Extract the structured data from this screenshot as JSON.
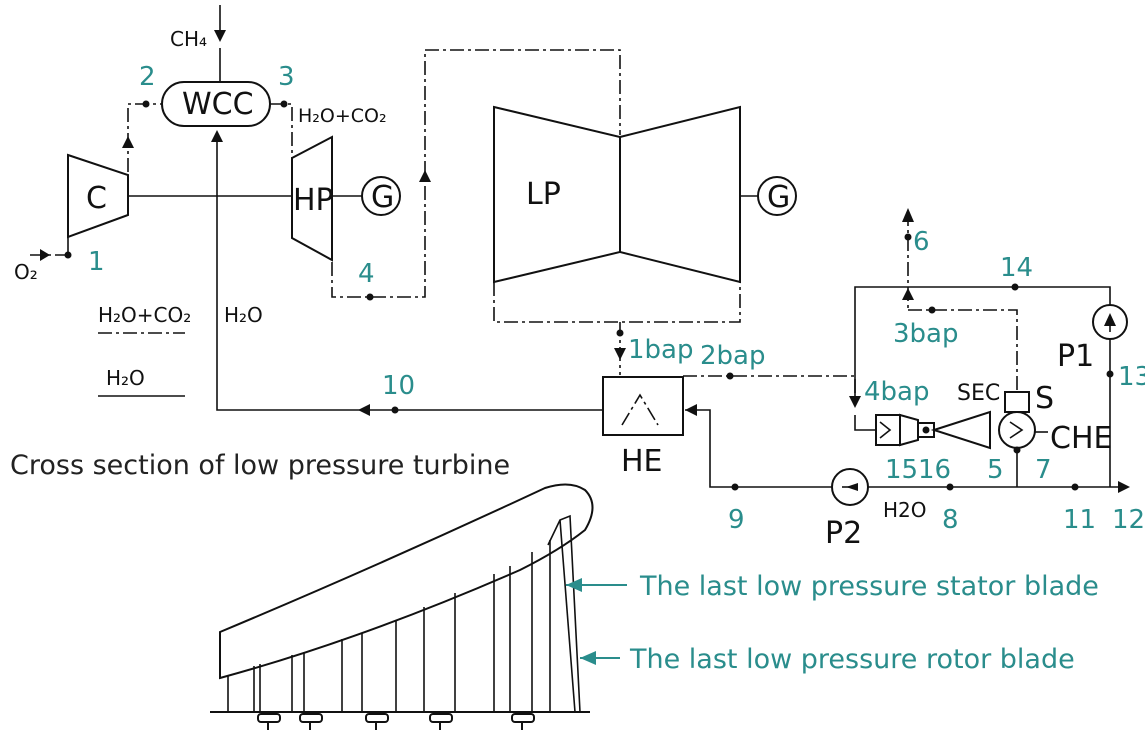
{
  "components": {
    "compressor": "C",
    "combustor": "WCC",
    "hp_turbine": "HP",
    "lp_turbine": "LP",
    "generator_hp": "G",
    "generator_lp": "G",
    "heat_exchanger": "HE",
    "pump_1": "P1",
    "pump_2": "P2",
    "separator": "S",
    "sec": "SEC",
    "che": "CHE"
  },
  "streams": {
    "methane": "CH₄",
    "oxygen": "O₂",
    "flue_gas": "H₂O+CO₂",
    "water_return": "H₂O",
    "water_line": "H2O"
  },
  "legend": {
    "flue": "H₂O+CO₂",
    "water": "H₂O"
  },
  "points": [
    "1",
    "2",
    "3",
    "4",
    "5",
    "6",
    "7",
    "8",
    "9",
    "10",
    "11",
    "12",
    "13",
    "14",
    "15",
    "16",
    "1bap",
    "2bap",
    "3bap",
    "4bap"
  ],
  "cross_section": {
    "title": "Cross section of low pressure turbine",
    "stator_label": "The last low pressure stator blade",
    "rotor_label": "The last low pressure rotor blade"
  },
  "colors": {
    "line": "#111111",
    "point_label": "#2a8d8c",
    "callout_arrow": "#2a8d8c"
  }
}
